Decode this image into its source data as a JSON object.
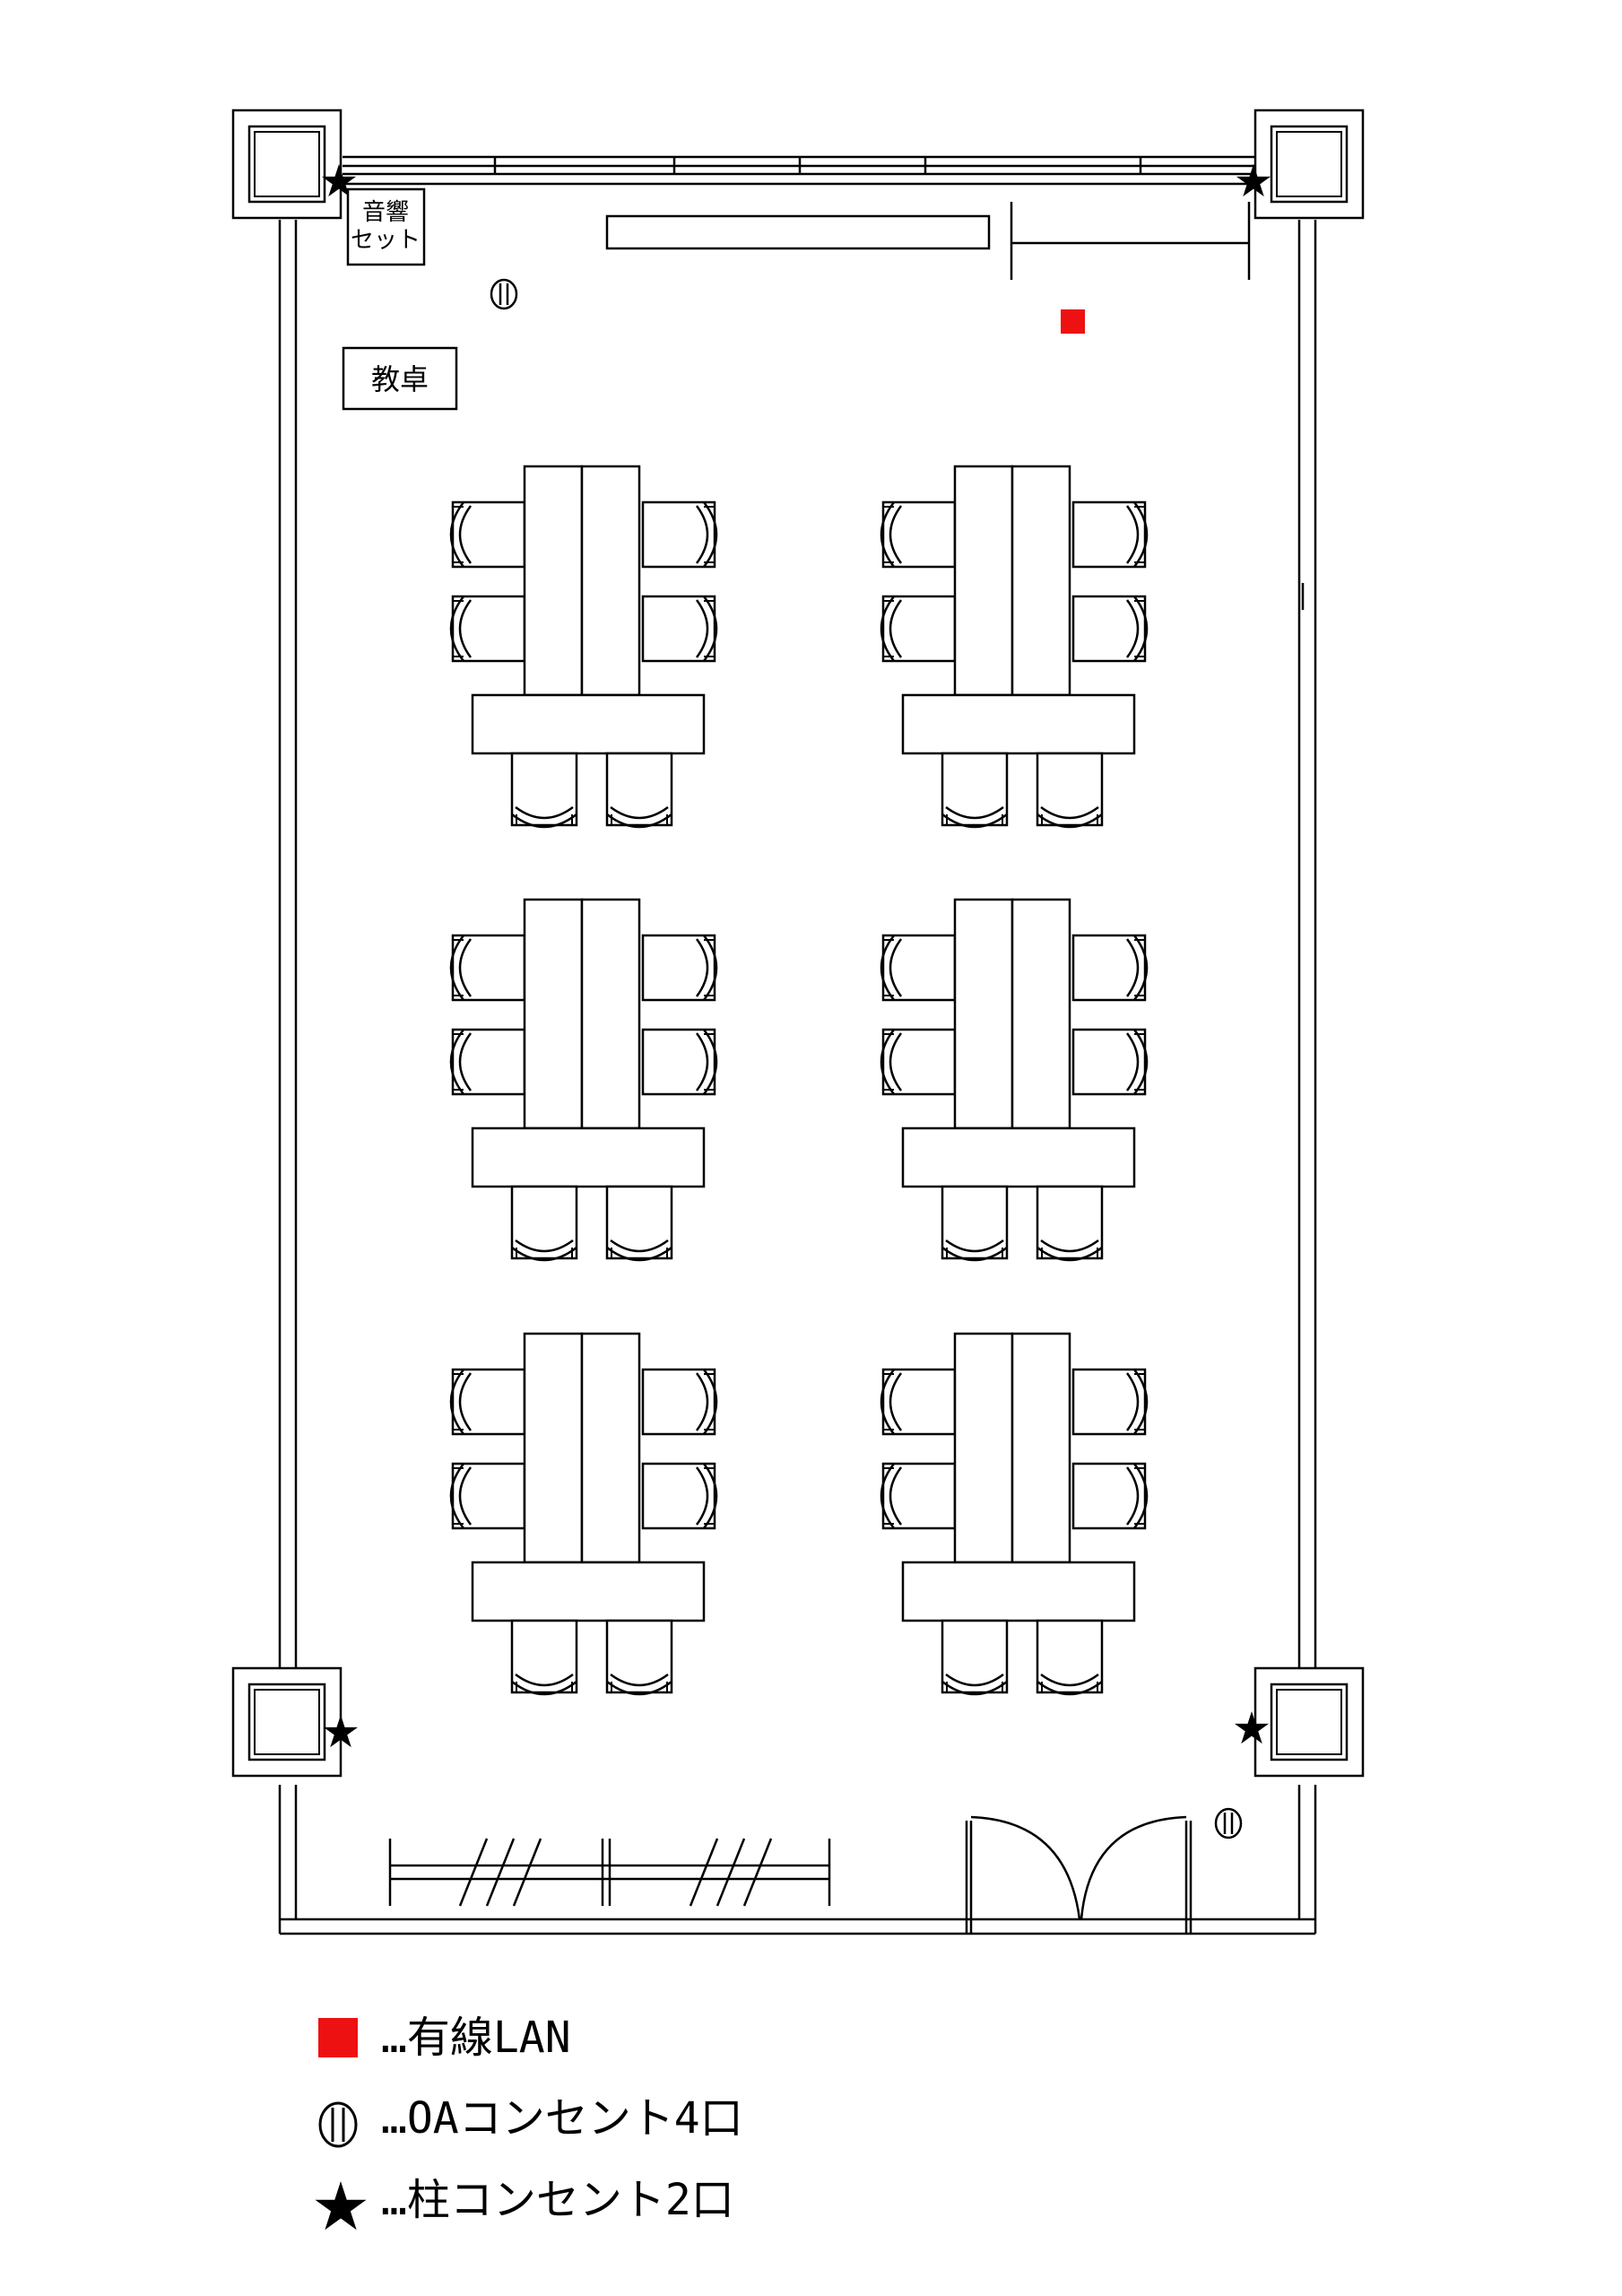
{
  "labels": {
    "audio_line1": "音響",
    "audio_line2": "セット",
    "podium": "教卓"
  },
  "legend": {
    "lan": "…有線LAN",
    "oa": "…OAコンセント4口",
    "pillar": "…柱コンセント2口"
  },
  "colors": {
    "lan_marker": "#ee1111",
    "line": "#000000",
    "background": "#ffffff"
  },
  "icons": {
    "lan": "red-square-icon",
    "oa": "oa-outlet-icon",
    "pillar": "star-icon"
  }
}
